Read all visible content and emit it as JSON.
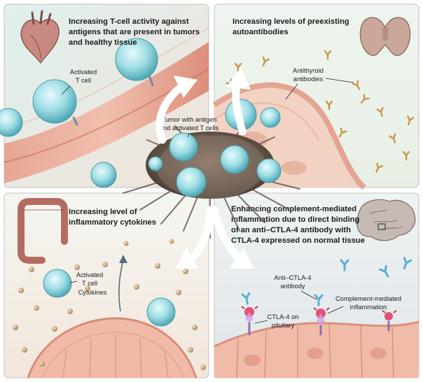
{
  "panels": {
    "top_left": {
      "title_lines": [
        "Increasing T-cell activity against",
        "antigens that are present in tumors",
        "and healthy tissue"
      ],
      "organ_icon": "heart-icon",
      "cell_label_lines": [
        "Activated",
        "T cell"
      ]
    },
    "top_right": {
      "title_lines": [
        "Increasing levels of preexisting",
        "autoantibodies"
      ],
      "organ_icon": "thyroid-icon",
      "antibody_label_lines": [
        "Antithyroid",
        "antibodies"
      ]
    },
    "bottom_left": {
      "title_lines": [
        "Increasing level of",
        "inflammatory cytokines"
      ],
      "organ_icon": "colon-icon",
      "cell_label_lines": [
        "Activated",
        "T cell"
      ],
      "cytokine_label": "Cytokines"
    },
    "bottom_right": {
      "title_lines": [
        "Enhancing complement-mediated",
        "inflammation due to direct binding",
        "of an anti–CTLA-4 antibody with",
        "CTLA-4 expressed on normal tissue"
      ],
      "organ_icon": "brain-icon",
      "antibody_label_lines": [
        "Anti–CTLA-4",
        "antibody"
      ],
      "complement_label_lines": [
        "Complement-mediated",
        "inflammation"
      ],
      "receptor_label_lines": [
        "CTLA-4 on",
        "pituitary"
      ]
    }
  },
  "center": {
    "tumor_label_lines": [
      "Tumor with antigen",
      "and activated T cells"
    ]
  },
  "colors": {
    "tissue_bg": "#f3ddd0",
    "vessel": "#e8a08e",
    "tcell": "#8fd6df",
    "antibody": "#d9a85c",
    "tumor": "#7a6a5c",
    "arrow": "#ffffff"
  }
}
